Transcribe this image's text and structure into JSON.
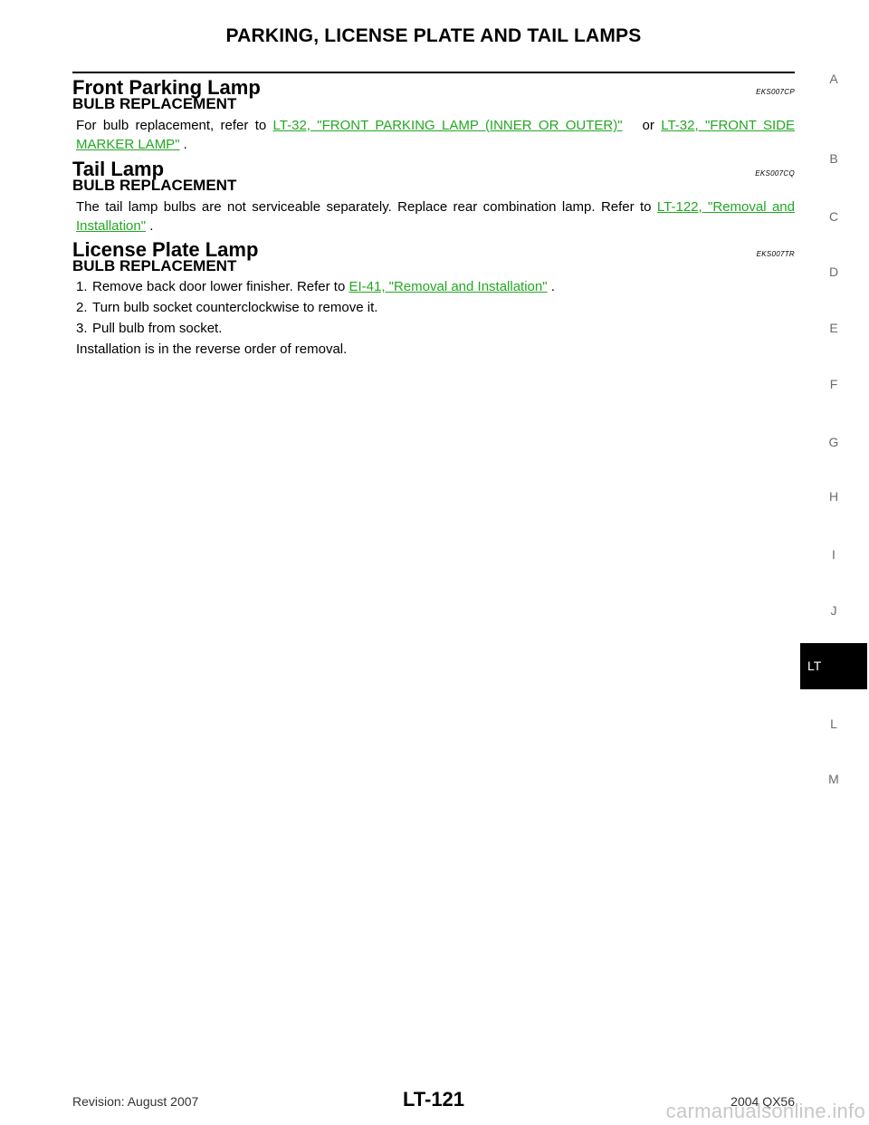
{
  "header": {
    "title": "PARKING, LICENSE PLATE AND TAIL LAMPS"
  },
  "sections": [
    {
      "title": "Front Parking Lamp",
      "code": "EKS007CP",
      "subhead": "BULB REPLACEMENT",
      "para_prefix": "For bulb replacement, refer to ",
      "link1": "LT-32, \"FRONT PARKING LAMP (INNER OR OUTER)\"",
      "mid": "   or ",
      "link2": "LT-32, \"FRONT SIDE MARKER LAMP\"",
      "suffix": " ."
    },
    {
      "title": "Tail Lamp",
      "code": "EKS007CQ",
      "subhead": "BULB REPLACEMENT",
      "para_prefix": "The tail lamp bulbs are not serviceable separately. Replace rear combination lamp. Refer to ",
      "link1": "LT-122, \"Removal and Installation\"",
      "suffix": " ."
    },
    {
      "title": "License Plate Lamp",
      "code": "EKS007TR",
      "subhead": "BULB REPLACEMENT",
      "steps": [
        {
          "num": "1.",
          "prefix": "Remove back door lower finisher. Refer to ",
          "link": "EI-41, \"Removal and Installation\"",
          "suffix": " ."
        },
        {
          "num": "2.",
          "text": "Turn bulb socket counterclockwise to remove it."
        },
        {
          "num": "3.",
          "text": "Pull bulb from socket."
        }
      ],
      "closing": "Installation is in the reverse order of removal."
    }
  ],
  "side_tabs": [
    "A",
    "B",
    "C",
    "D",
    "E",
    "F",
    "G",
    "H",
    "I",
    "J",
    "LT",
    "L",
    "M"
  ],
  "active_tab": "LT",
  "footer": {
    "revision": "Revision: August 2007",
    "page": "LT-121",
    "model": "2004 QX56"
  },
  "watermark": "carmanualsonline.info",
  "colors": {
    "link": "#22a822",
    "tab_active_bg": "#000000"
  }
}
